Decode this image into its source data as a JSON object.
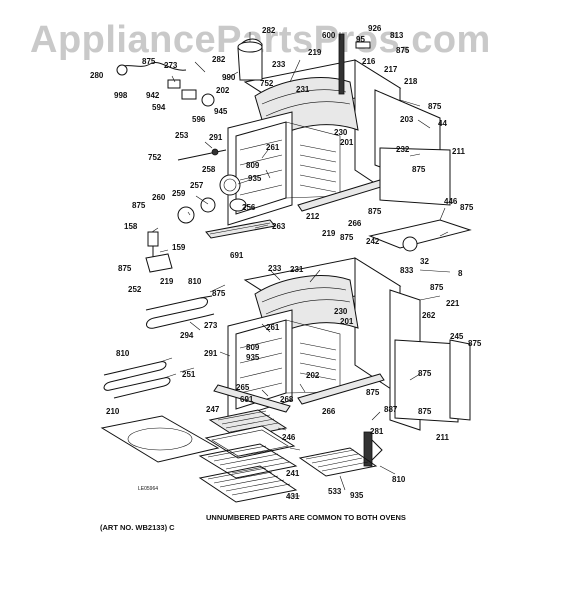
{
  "watermark": "AppliancePartsPros.com",
  "footer_note": "UNNUMBERED PARTS ARE COMMON TO BOTH OVENS",
  "art_number": "(ART NO. WB2133) C",
  "small_tag": "LE05964",
  "callouts": {
    "c282a": "282",
    "c600": "600",
    "c926": "926",
    "c813": "813",
    "c95": "95",
    "c875a": "875",
    "c280": "280",
    "c875b": "875",
    "c273a": "273",
    "c282b": "282",
    "c990": "990",
    "c233a": "233",
    "c219a": "219",
    "c216": "216",
    "c217": "217",
    "c218": "218",
    "c998": "998",
    "c942": "942",
    "c752a": "752",
    "c202a": "202",
    "c231a": "231",
    "c594": "594",
    "c945": "945",
    "c596": "596",
    "c875c": "875",
    "c203": "203",
    "c44": "44",
    "c253": "253",
    "c291a": "291",
    "c230a": "230",
    "c201a": "201",
    "c232": "232",
    "c211a": "211",
    "c261a": "261",
    "c752b": "752",
    "c809a": "809",
    "c935a": "935",
    "c875d": "875",
    "c258": "258",
    "c257": "257",
    "c260": "260",
    "c259": "259",
    "c256": "256",
    "c875e": "875",
    "c446": "446",
    "c875f": "875",
    "c212": "212",
    "c266a": "266",
    "c875g": "875",
    "c263": "263",
    "c158": "158",
    "c159": "159",
    "c219b": "219",
    "c875h": "875",
    "c242": "242",
    "c691a": "691",
    "c32": "32",
    "c875i": "875",
    "c219c": "219",
    "c233b": "233",
    "c231b": "231",
    "c833": "833",
    "c8": "8",
    "c875j": "875",
    "c252": "252",
    "c810a": "810",
    "c875k": "875",
    "c221": "221",
    "c273b": "273",
    "c262": "262",
    "c230b": "230",
    "c201b": "201",
    "c294": "294",
    "c261b": "261",
    "c245": "245",
    "c875l": "875",
    "c291b": "291",
    "c809b": "809",
    "c935b": "935",
    "c810b": "810",
    "c251": "251",
    "c202b": "202",
    "c875m": "875",
    "c875n": "875",
    "c265": "265",
    "c691b": "691",
    "c268": "268",
    "c266b": "266",
    "c887": "887",
    "c875o": "875",
    "c210": "210",
    "c247": "247",
    "c211b": "211",
    "c281": "281",
    "c246": "246",
    "c241": "241",
    "c533": "533",
    "c810c": "810",
    "c431": "431",
    "c935c": "935"
  }
}
